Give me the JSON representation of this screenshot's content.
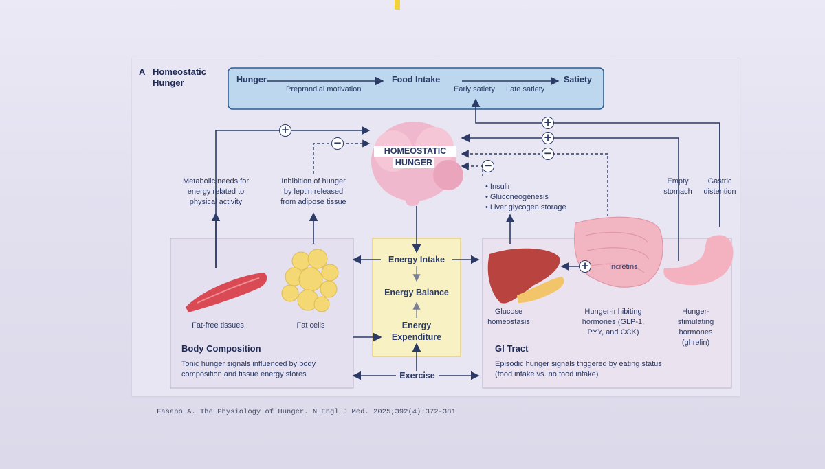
{
  "panel": {
    "letter": "A",
    "title_line1": "Homeostatic",
    "title_line2": "Hunger"
  },
  "top_flow": {
    "hunger": "Hunger",
    "food_intake": "Food Intake",
    "satiety": "Satiety",
    "preprandial": "Preprandial motivation",
    "early_satiety": "Early satiety",
    "late_satiety": "Late satiety"
  },
  "brain": {
    "line1": "HOMEOSTATIC",
    "line2": "HUNGER"
  },
  "left_labels": {
    "metabolic": [
      "Metabolic needs for",
      "energy related to",
      "physical activity"
    ],
    "leptin": [
      "Inhibition of hunger",
      "by leptin released",
      "from adipose tissue"
    ]
  },
  "liver_signals": [
    "• Insulin",
    "• Gluconeogenesis",
    "• Liver glycogen storage"
  ],
  "stomach_signals": {
    "empty": [
      "Empty",
      "stomach"
    ],
    "gastric": [
      "Gastric",
      "distention"
    ]
  },
  "center": {
    "energy_intake": "Energy Intake",
    "energy_balance": "Energy Balance",
    "energy_expenditure_1": "Energy",
    "energy_expenditure_2": "Expenditure",
    "exercise": "Exercise"
  },
  "body": {
    "fat_free": "Fat-free tissues",
    "fat_cells": "Fat cells",
    "title": "Body Composition",
    "desc": [
      "Tonic hunger signals influenced by body",
      "composition and tissue energy stores"
    ]
  },
  "gi": {
    "glucose": [
      "Glucose",
      "homeostasis"
    ],
    "incretins": "Incretins",
    "inhibiting": [
      "Hunger-inhibiting",
      "hormones (GLP-1,",
      "PYY, and CCK)"
    ],
    "stimulating": [
      "Hunger-",
      "stimulating",
      "hormones",
      "(ghrelin)"
    ],
    "title": "GI Tract",
    "desc": [
      "Episodic hunger signals triggered by eating status",
      "(food intake vs. no food intake)"
    ]
  },
  "signs": {
    "plus": "+",
    "minus": "−"
  },
  "citation": "Fasano A. The Physiology of Hunger. N Engl J Med. 2025;392(4):372-381",
  "colors": {
    "ink": "#2b3a66",
    "top_box": "#bcd7ee",
    "center_box": "#f7f1c4",
    "brain": "#f0b8cc",
    "muscle": "#d94a55",
    "fat": "#f3d874",
    "liver": "#b9433f",
    "intestine": "#f2b6c3",
    "stomach": "#f4b1c0"
  }
}
